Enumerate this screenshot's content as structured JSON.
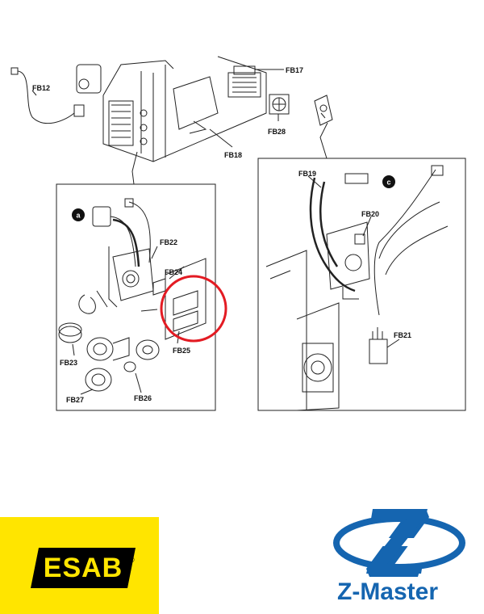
{
  "labels": {
    "fb12": "FB12",
    "fb17": "FB17",
    "fb28": "FB28",
    "fb18": "FB18",
    "fb19": "FB19",
    "fb20": "FB20",
    "fb21": "FB21",
    "fb22": "FB22",
    "fb24": "FB24",
    "fb25": "FB25",
    "fb23": "FB23",
    "fb26": "FB26",
    "fb27": "FB27",
    "callout_a": "a",
    "callout_c": "c"
  },
  "highlight_color": "#e31b23",
  "logos": {
    "esab": {
      "text": "ESAB",
      "reg": "®",
      "bg": "#FFE500"
    },
    "zmaster": {
      "text": "Z-Master",
      "color": "#1565b0"
    }
  }
}
